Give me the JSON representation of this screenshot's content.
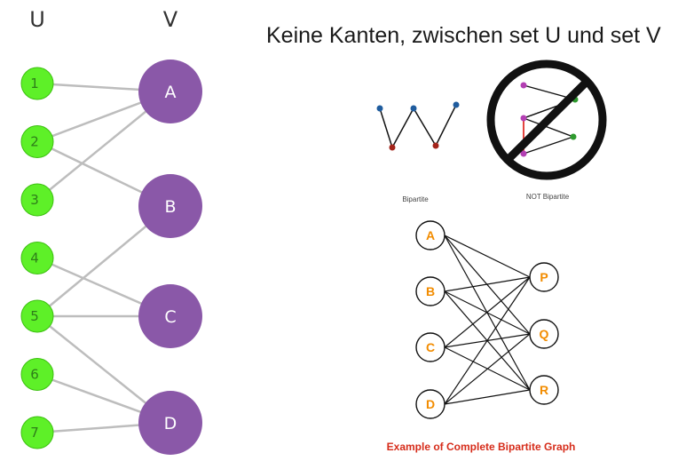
{
  "title": "Keine Kanten, zwischen set U und set V",
  "left_graph": {
    "set_u_header": "U",
    "set_v_header": "V",
    "u_nodes": [
      "1",
      "2",
      "3",
      "4",
      "5",
      "6",
      "7"
    ],
    "v_nodes": [
      "A",
      "B",
      "C",
      "D"
    ],
    "edges": [
      [
        "1",
        "A"
      ],
      [
        "2",
        "A"
      ],
      [
        "2",
        "B"
      ],
      [
        "3",
        "A"
      ],
      [
        "4",
        "C"
      ],
      [
        "5",
        "B"
      ],
      [
        "5",
        "C"
      ],
      [
        "5",
        "D"
      ],
      [
        "6",
        "D"
      ],
      [
        "7",
        "D"
      ]
    ],
    "colors": {
      "u_fill": "#5ef028",
      "u_stroke": "#3cc010",
      "v_fill": "#8a58a8",
      "edge": "#bdbdbd"
    }
  },
  "small_examples": {
    "bipartite_caption": "Bipartite",
    "not_bipartite_caption": "NOT Bipartite",
    "colors": {
      "top": "#1f5c9e",
      "bottom": "#a3241a",
      "purple": "#b33fb3",
      "green": "#2e9a2e",
      "red_edge": "#e0302a"
    }
  },
  "complete_bipartite": {
    "left_nodes": [
      "A",
      "B",
      "C",
      "D"
    ],
    "right_nodes": [
      "P",
      "Q",
      "R"
    ],
    "caption": "Example of Complete Bipartite Graph",
    "colors": {
      "label": "#f28c00",
      "caption": "#d62c1a"
    }
  }
}
